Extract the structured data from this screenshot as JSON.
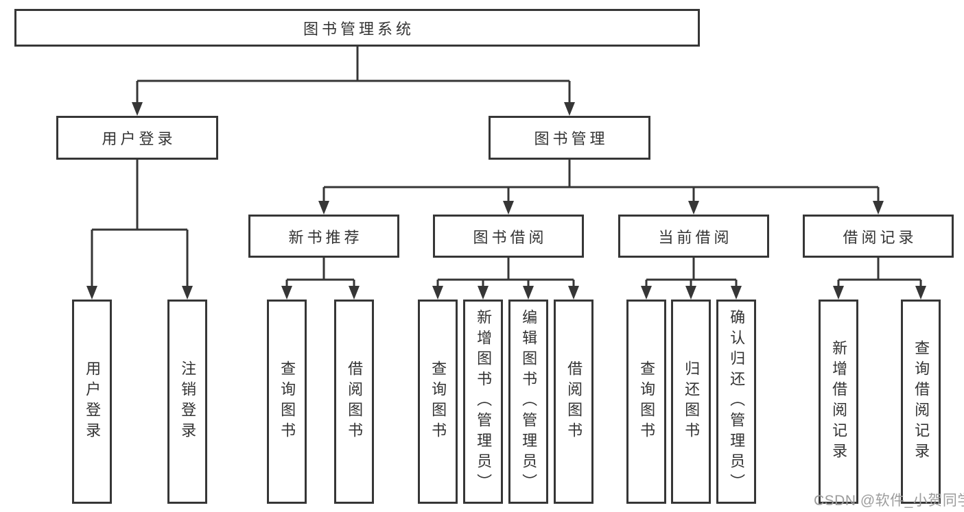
{
  "colors": {
    "line": "#363636",
    "text": "#333333",
    "watermark": "#9c9c9c",
    "background": "#ffffff"
  },
  "tree": {
    "root": {
      "label": "图书管理系统"
    },
    "branches": [
      {
        "label": "用户登录",
        "leaves": [
          "用户登录",
          "注销登录"
        ]
      },
      {
        "label": "图书管理",
        "groups": [
          {
            "label": "新书推荐",
            "leaves": [
              "查询图书",
              "借阅图书"
            ]
          },
          {
            "label": "图书借阅",
            "leaves": [
              "查询图书",
              "新增图书（管理员）",
              "编辑图书（管理员）",
              "借阅图书"
            ]
          },
          {
            "label": "当前借阅",
            "leaves": [
              "查询图书",
              "归还图书",
              "确认归还（管理员）"
            ]
          },
          {
            "label": "借阅记录",
            "leaves": [
              "新增借阅记录",
              "查询借阅记录"
            ]
          }
        ]
      }
    ]
  },
  "watermark": {
    "text": "CSDN @软件_小贺同学"
  }
}
